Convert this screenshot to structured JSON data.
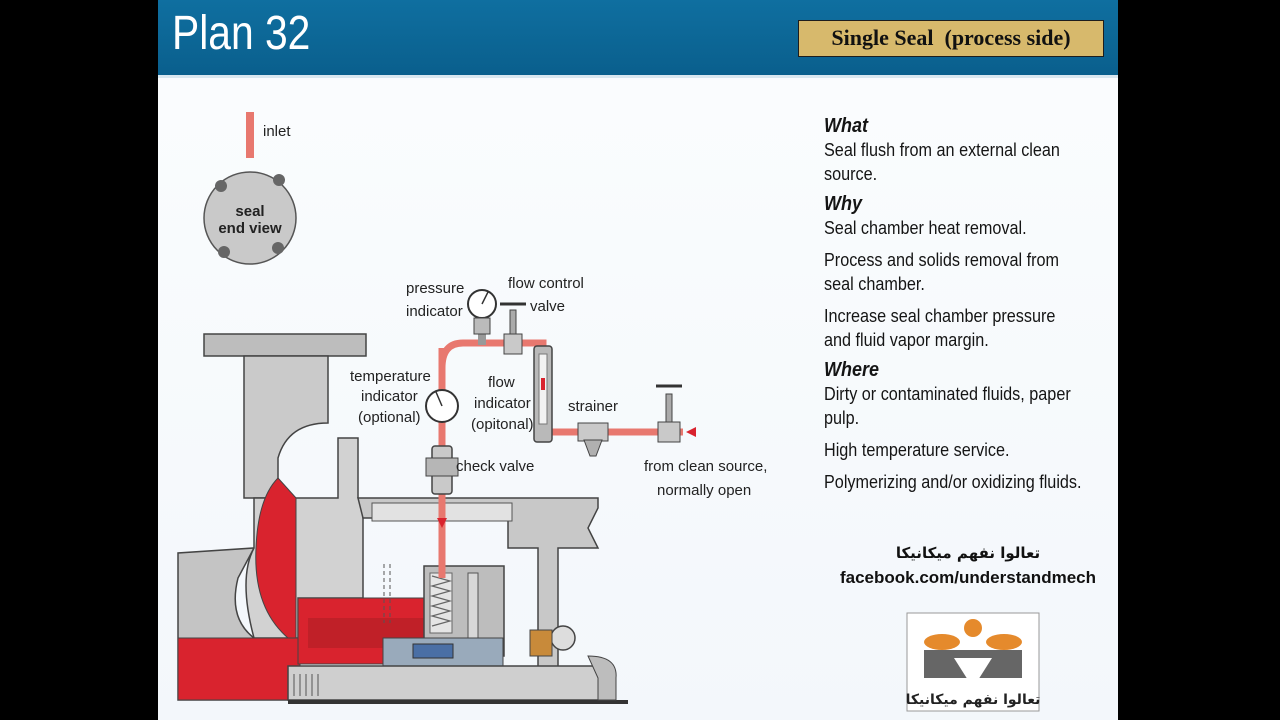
{
  "header": {
    "title": "Plan 32",
    "badge": "Single Seal  (process side)"
  },
  "diagram": {
    "labels": {
      "inlet": "inlet",
      "seal": "seal",
      "end_view": "end view",
      "pressure_1": "pressure",
      "pressure_2": "indicator",
      "flow_control_1": "flow control",
      "flow_control_2": "valve",
      "temperature_1": "temperature",
      "temperature_2": "indicator",
      "temperature_3": "(optional)",
      "flow_indicator_1": "flow",
      "flow_indicator_2": "indicator",
      "flow_indicator_3": "(opitonal)",
      "strainer": "strainer",
      "check_valve": "check valve",
      "source_1": "from clean source,",
      "source_2": "normally open"
    }
  },
  "info": {
    "what_heading": "What",
    "what_text": "Seal flush from an external clean source.",
    "why_heading": "Why",
    "why_items": [
      "Seal chamber heat removal.",
      "Process and solids removal from seal chamber.",
      "Increase seal chamber pressure and fluid vapor margin."
    ],
    "where_heading": "Where",
    "where_items": [
      "Dirty or contaminated fluids, paper pulp.",
      "High temperature service.",
      "Polymerizing and/or oxidizing fluids."
    ]
  },
  "footer": {
    "arabic": "تعالوا نفهم ميكانيكا",
    "facebook": "facebook.com/understandmech",
    "logo_text": "تعالوا نفهم ميكانيكا"
  },
  "colors": {
    "header": "#0a5f8d",
    "badge": "#d7b96c",
    "pipe": "#e8786f",
    "process_red": "#d9232e",
    "metal": "#c7c7c7"
  }
}
